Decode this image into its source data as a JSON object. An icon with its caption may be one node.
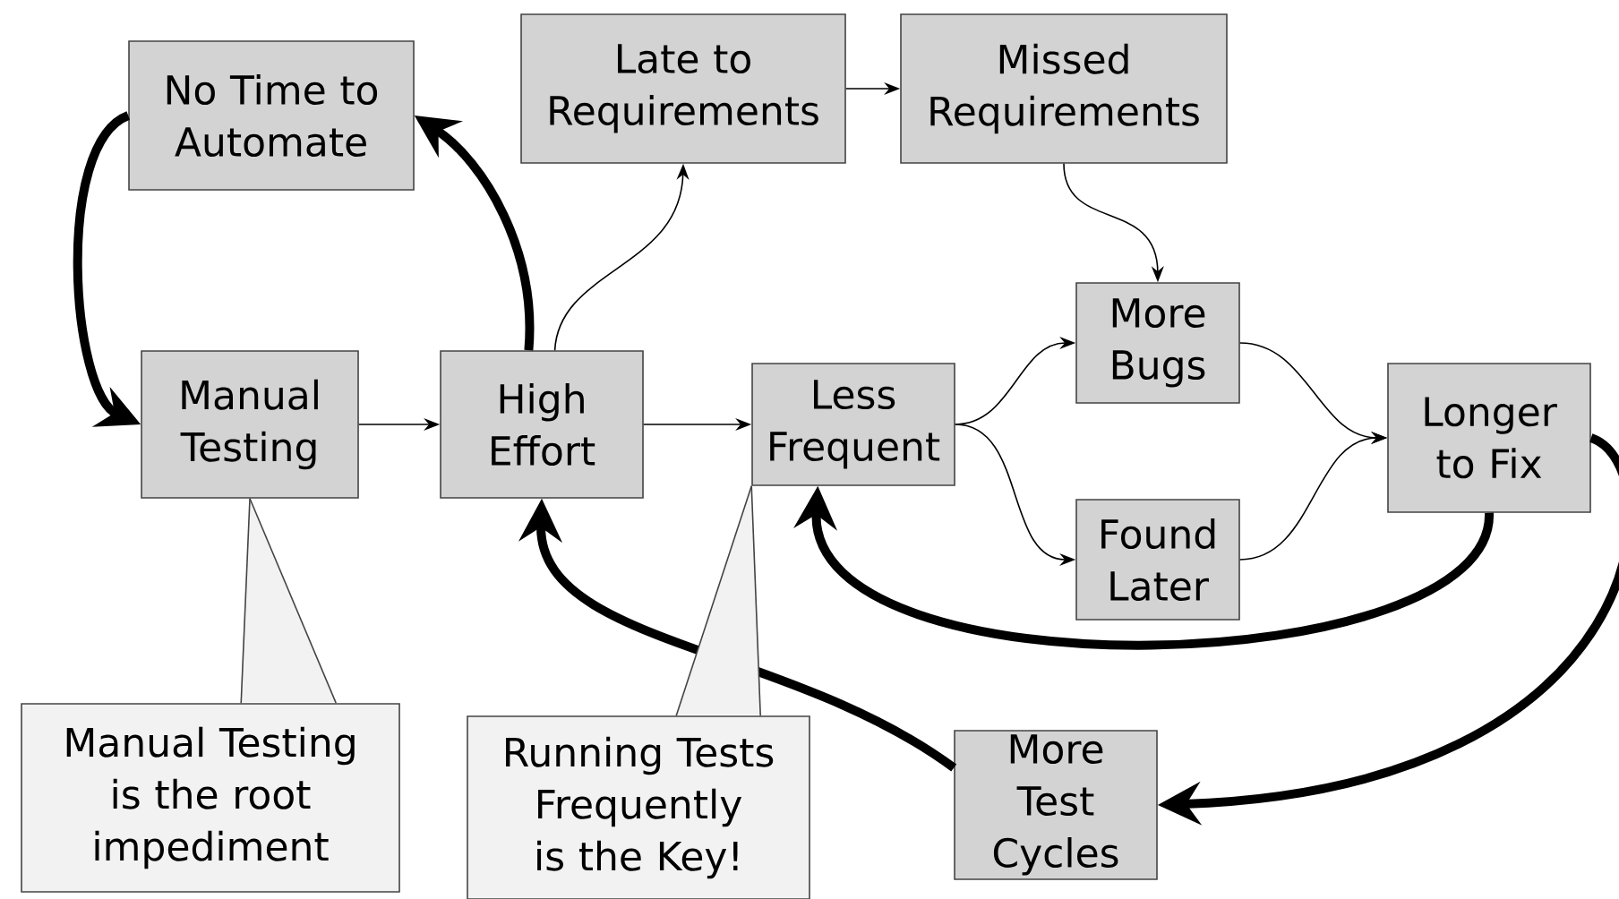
{
  "diagram": {
    "nodes": [
      {
        "text": [
          "No Time to Automate"
        ]
      },
      {
        "text": [
          "Late to Requirements"
        ]
      },
      {
        "text": [
          "Missed Requirements"
        ]
      },
      {
        "text": [
          "Manual Testing"
        ]
      },
      {
        "text": [
          "High Effort"
        ]
      },
      {
        "text": [
          "Less Frequent"
        ]
      },
      {
        "text": [
          "More Bugs"
        ]
      },
      {
        "text": [
          "Found Later"
        ]
      },
      {
        "text": [
          "Longer to Fix"
        ]
      },
      {
        "text": [
          "More Test Cycles"
        ]
      },
      {
        "text": [
          "Manual Testing is the root impediment"
        ]
      },
      {
        "text": [
          "Running Tests Frequently is the Key!"
        ]
      }
    ],
    "edges": [
      {
        "from": 0,
        "to": 3,
        "arrow": "to",
        "style": "thick"
      },
      {
        "from": 3,
        "to": 4,
        "arrow": "to"
      },
      {
        "from": 4,
        "to": 0,
        "arrow": "to",
        "style": "thick"
      },
      {
        "from": 4,
        "to": 1,
        "arrow": "to"
      },
      {
        "from": 1,
        "to": 2,
        "arrow": "to"
      },
      {
        "from": 2,
        "to": 6,
        "arrow": "to"
      },
      {
        "from": 4,
        "to": 5,
        "arrow": "to"
      },
      {
        "from": 5,
        "to": 6,
        "arrow": "to"
      },
      {
        "from": 5,
        "to": 7,
        "arrow": "to"
      },
      {
        "from": 6,
        "to": 8,
        "arrow": "to"
      },
      {
        "from": 7,
        "to": 8,
        "arrow": "to"
      },
      {
        "from": 8,
        "to": 5,
        "arrow": "to",
        "style": "thick"
      },
      {
        "from": 8,
        "to": 9,
        "arrow": "to",
        "style": "thick"
      },
      {
        "from": 9,
        "to": 4,
        "arrow": "to",
        "style": "thick"
      },
      {
        "from": 10,
        "to": 3,
        "arrow": "none"
      },
      {
        "from": 11,
        "to": 5,
        "arrow": "none"
      }
    ]
  }
}
